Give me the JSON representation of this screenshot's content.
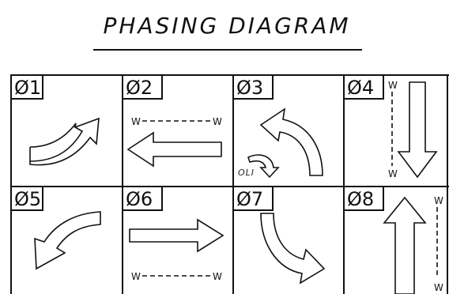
{
  "title": "PHASING DIAGRAM",
  "phases": [
    {
      "id": "phase-1",
      "label": "Ø1",
      "movement": "curved-arrow-up-right"
    },
    {
      "id": "phase-2",
      "label": "Ø2",
      "movement": "arrow-left",
      "ped": {
        "left": "W",
        "right": "W"
      }
    },
    {
      "id": "phase-3",
      "label": "Ø3",
      "movement": "curved-arrow-up-left",
      "overlap": "OLI"
    },
    {
      "id": "phase-4",
      "label": "Ø4",
      "movement": "arrow-down",
      "ped": {
        "top": "W",
        "bottom": "W"
      }
    },
    {
      "id": "phase-5",
      "label": "Ø5",
      "movement": "curved-arrow-down-left"
    },
    {
      "id": "phase-6",
      "label": "Ø6",
      "movement": "arrow-right",
      "ped": {
        "left": "W",
        "right": "W"
      }
    },
    {
      "id": "phase-7",
      "label": "Ø7",
      "movement": "curved-arrow-down-right"
    },
    {
      "id": "phase-8",
      "label": "Ø8",
      "movement": "arrow-up",
      "ped": {
        "top": "W",
        "bottom": "W"
      }
    }
  ]
}
